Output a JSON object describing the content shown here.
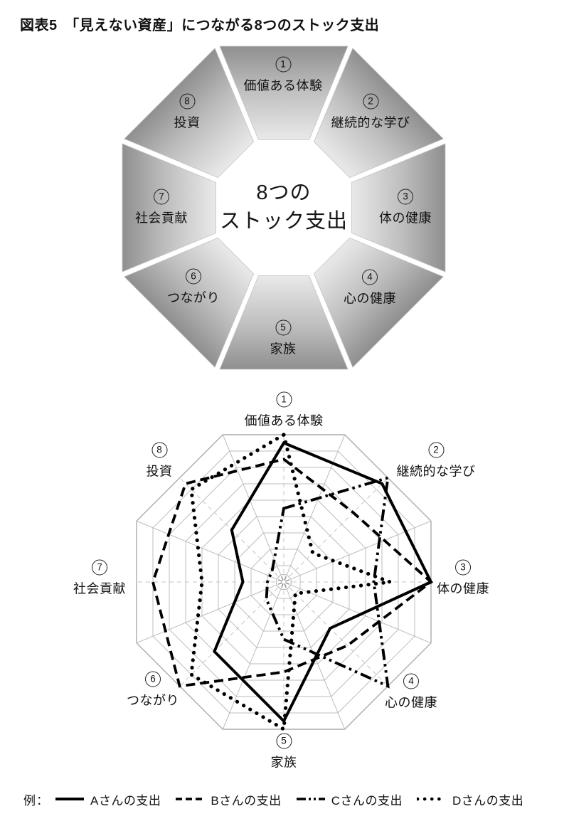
{
  "title": "図表5　「見えない資産」につながる8つのストック支出",
  "octagon_diagram": {
    "center_line1": "8つの",
    "center_line2": "ストック支出",
    "segments": [
      {
        "num": "1",
        "label": "価値ある体験"
      },
      {
        "num": "2",
        "label": "継続的な学び"
      },
      {
        "num": "3",
        "label": "体の健康"
      },
      {
        "num": "4",
        "label": "心の健康"
      },
      {
        "num": "5",
        "label": "家族"
      },
      {
        "num": "6",
        "label": "つながり"
      },
      {
        "num": "7",
        "label": "社会貢献"
      },
      {
        "num": "8",
        "label": "投資"
      }
    ],
    "colors": {
      "outer_gray": "#8f8f8f",
      "mid_gray": "#bdbdbd",
      "inner_gray": "#e9e9e9",
      "separator": "#ffffff"
    }
  },
  "chart_data": {
    "type": "radar",
    "title": "",
    "rings": 9,
    "axis_range": [
      0,
      9
    ],
    "grid_color": "#bcbcbc",
    "line_color": "#000000",
    "categories": [
      "価値ある体験",
      "継続的な学び",
      "体の健康",
      "心の健康",
      "家族",
      "つながり",
      "社会貢献",
      "投資"
    ],
    "category_numbers": [
      "1",
      "2",
      "3",
      "4",
      "5",
      "6",
      "7",
      "8"
    ],
    "legend_position": "bottom",
    "series": [
      {
        "name": "Aさんの支出",
        "line": "solid",
        "values": [
          8.5,
          8.5,
          9,
          4,
          8.5,
          6,
          2.5,
          4.5
        ]
      },
      {
        "name": "Bさんの支出",
        "line": "dashed",
        "values": [
          7.5,
          6,
          9,
          5.5,
          5.5,
          9,
          8,
          8.5
        ]
      },
      {
        "name": "Cさんの支出",
        "line": "dash-dot-dot",
        "values": [
          4.5,
          9,
          5.5,
          9,
          3.5,
          1.5,
          1,
          1
        ]
      },
      {
        "name": "Dさんの支出",
        "line": "dotted",
        "values": [
          9,
          2.5,
          6.5,
          1,
          9,
          8,
          5,
          8
        ]
      }
    ]
  },
  "legend": {
    "prefix": "例："
  }
}
